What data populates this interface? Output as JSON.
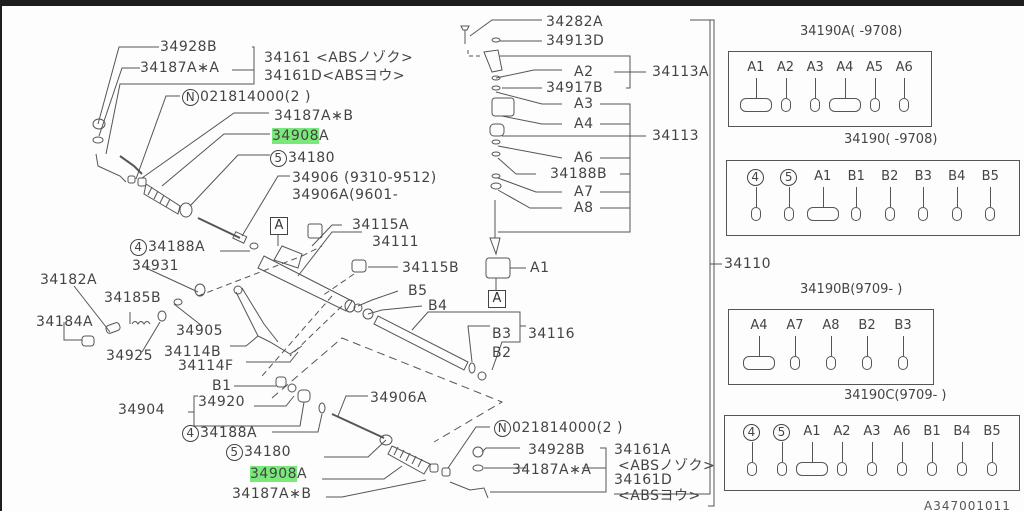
{
  "diagram": {
    "reference_code": "A347001011",
    "highlight_color": "#7be87b",
    "highlighted_part_prefix": "34908",
    "left_labels": {
      "p34928B_top": "34928B",
      "p34187AA_top": "34187A∗A",
      "p34161": "34161 <ABSノゾク>",
      "p34161D_top": "34161D<ABSヨウ>",
      "n021814000_top": "021814000(2 )",
      "n_symbol": "N",
      "p34187AB_top": "34187A∗B",
      "p34908A_top_hl": "34908",
      "p34908A_top_suffix": "A",
      "s5_symbol": "5",
      "p34180_top": "34180",
      "p34906": "34906 (9310-9512)",
      "p34906A_date": "34906A(9601-",
      "box_a": "A",
      "p34115A": "34115A",
      "s4_symbol": "4",
      "p34188A_top": "34188A",
      "p34111": "34111",
      "p34931": "34931",
      "p34115B": "34115B",
      "p34182A": "34182A",
      "p34185B": "34185B",
      "b5": "B5",
      "b4": "B4",
      "p34184A": "34184A",
      "p34905": "34905",
      "p34925": "34925",
      "p34114B": "34114B",
      "p34114F": "34114F",
      "b3": "B3",
      "p34116": "34116",
      "b2": "B2",
      "b1": "B1",
      "p34904": "34904",
      "p34920": "34920",
      "p34906A_bottom": "34906A",
      "p34188A_bottom": "34188A",
      "n021814000_bottom": "021814000(2 )",
      "p34180_bottom": "34180",
      "p34928B_bottom": "34928B",
      "p34161A": "34161A",
      "p34161A_note": "<ABSノゾク>",
      "p34908A_bottom_hl": "34908",
      "p34908A_bottom_suffix": "A",
      "p34187AA_bottom": "34187A∗A",
      "p34161D_bottom": "34161D",
      "p34161D_note": "<ABSヨウ>",
      "p34187AB_bottom": "34187A∗B"
    },
    "center_labels": {
      "p34282A": "34282A",
      "p34913D": "34913D",
      "a2": "A2",
      "p34113A": "34113A",
      "p34917B": "34917B",
      "a3": "A3",
      "a4": "A4",
      "p34113": "34113",
      "a6": "A6",
      "p34188B": "34188B",
      "a7": "A7",
      "a8": "A8",
      "a1": "A1",
      "box_a": "A",
      "p34110": "34110"
    },
    "kits": [
      {
        "title": "34190A(  -9708)",
        "items": [
          "A1",
          "A2",
          "A3",
          "A4",
          "A5",
          "A6"
        ]
      },
      {
        "title": "34190(  -9708)",
        "items": [
          "4",
          "5",
          "A1",
          "B1",
          "B2",
          "B3",
          "B4",
          "B5"
        ]
      },
      {
        "title": "34190B(9709-  )",
        "items": [
          "A4",
          "A7",
          "A8",
          "B2",
          "B3"
        ]
      },
      {
        "title": "34190C(9709-  )",
        "items": [
          "4",
          "5",
          "A1",
          "A2",
          "A3",
          "A6",
          "B1",
          "B4",
          "B5"
        ]
      }
    ]
  }
}
